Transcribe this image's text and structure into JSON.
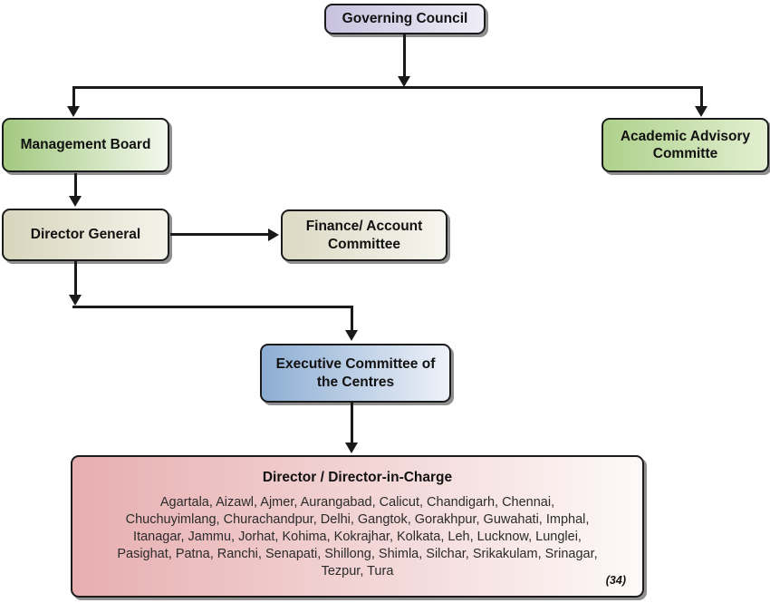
{
  "chart": {
    "type": "org-chart",
    "line_color": "#1a1a1a",
    "nodes": {
      "governing_council": {
        "label": "Governing Council",
        "gradient": [
          "#c8c2df",
          "#efedf7"
        ]
      },
      "management_board": {
        "label": "Management Board",
        "gradient": [
          "#a3c981",
          "#f3f8ec"
        ]
      },
      "academic_advisory_committe": {
        "label": "Academic Advisory Committe",
        "gradient": [
          "#aed18c",
          "#e2efd0"
        ]
      },
      "director_general": {
        "label": "Director General",
        "gradient": [
          "#d8d5bd",
          "#f4f3ea"
        ]
      },
      "finance_account_committee": {
        "label": "Finance/ Account Committee",
        "gradient": [
          "#dcd9c4",
          "#f6f5ee"
        ]
      },
      "executive_committee_of_the_centres": {
        "label": "Executive Committee of the Centres",
        "gradient": [
          "#8cadd3",
          "#eef2f9"
        ]
      },
      "director_in_charge": {
        "title": "Director / Director-in-Charge",
        "centre_lines": [
          "Agartala, Aizawl, Ajmer, Aurangabad, Calicut, Chandigarh, Chennai,",
          "Chuchuyimlang, Churachandpur, Delhi, Gangtok, Gorakhpur, Guwahati, Imphal,",
          "Itanagar, Jammu, Jorhat, Kohima, Kokrajhar, Kolkata, Leh, Lucknow, Lunglei,",
          "Pasighat, Patna, Ranchi, Senapati, Shillong, Shimla, Silchar, Srikakulam, Srinagar,",
          "Tezpur, Tura"
        ],
        "count_label": "(34)",
        "gradient": [
          "#e7aeb0",
          "#fdf9f8"
        ]
      }
    },
    "edges": [
      {
        "from": "governing_council",
        "to": "management_board"
      },
      {
        "from": "governing_council",
        "to": "academic_advisory_committe"
      },
      {
        "from": "management_board",
        "to": "director_general"
      },
      {
        "from": "director_general",
        "to": "finance_account_committee"
      },
      {
        "from": "director_general",
        "to": "executive_committee_of_the_centres"
      },
      {
        "from": "executive_committee_of_the_centres",
        "to": "director_in_charge"
      }
    ]
  }
}
